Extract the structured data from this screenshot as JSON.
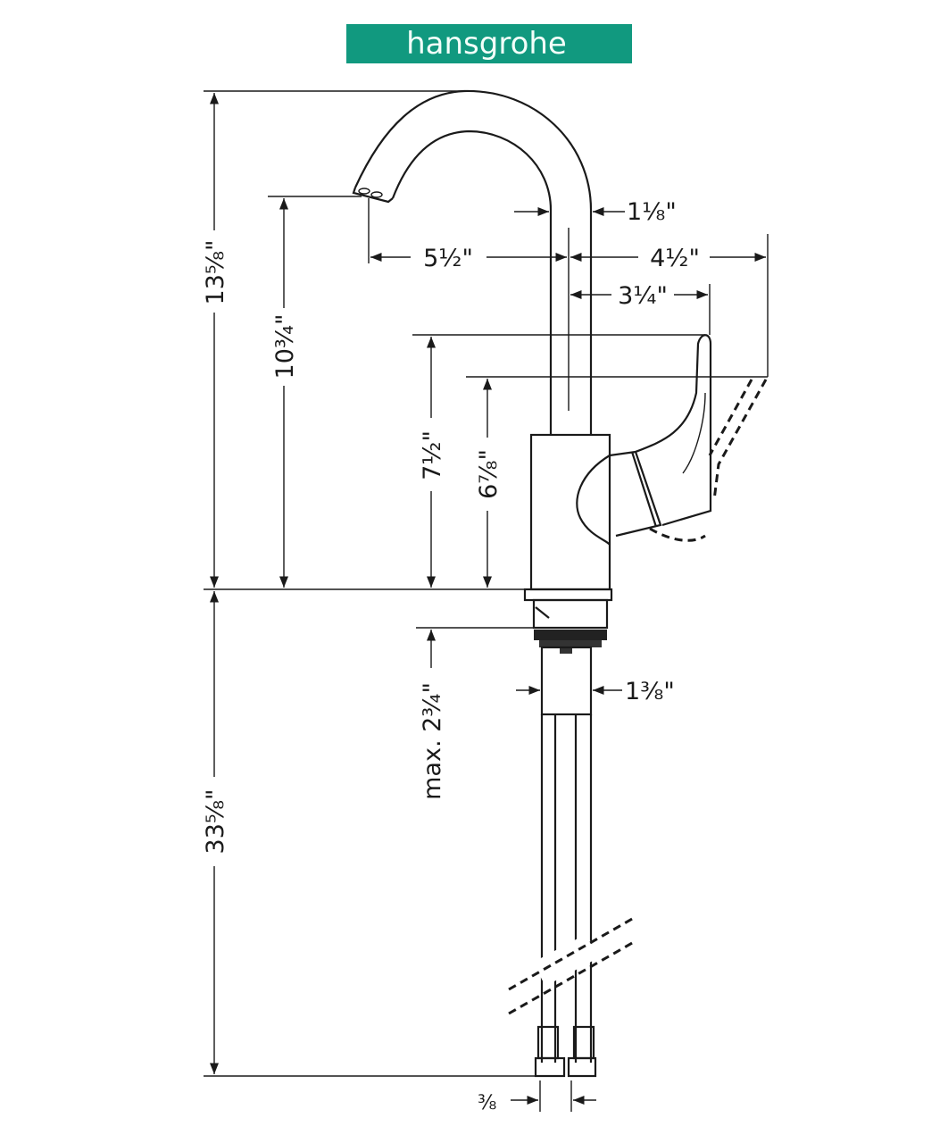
{
  "brand": {
    "name": "hansgrohe",
    "color": "#11997f"
  },
  "dimensions": {
    "total_height": "13⅝\"",
    "spout_height": "10¾\"",
    "lever_height": "7½\"",
    "lever_pivot_height": "6⅞\"",
    "spout_reach": "5½\"",
    "spout_diameter": "1⅛\"",
    "lever_clearance": "4½\"",
    "lever_reach": "3¼\"",
    "max_deck_thickness": "max. 2¾\"",
    "shank_diameter": "1⅜\"",
    "hose_length": "33⅝\"",
    "connection_size": "⅜"
  }
}
